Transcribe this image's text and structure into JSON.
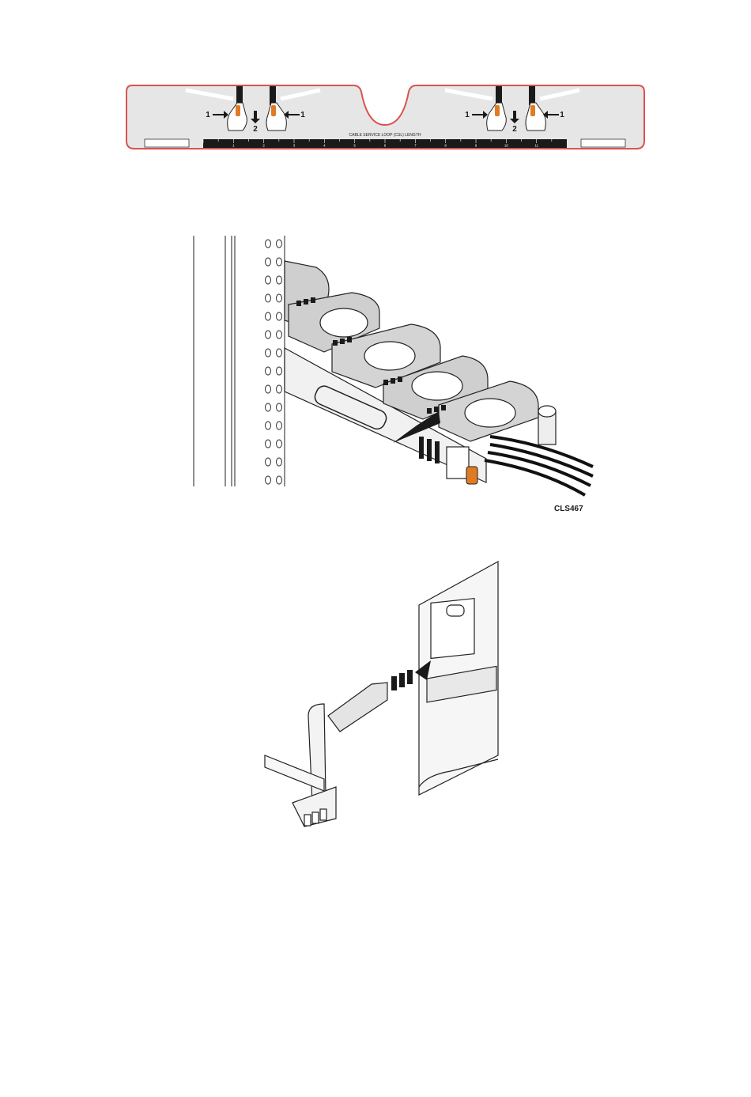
{
  "label": {
    "step_push": "1",
    "step_pull": "2",
    "ruler_title": "CABLE SERVICE LOOP (CSL) LENGTH",
    "ruler_numbers": [
      "1",
      "2",
      "3",
      "4",
      "5",
      "6",
      "7",
      "8",
      "9",
      "10",
      "11"
    ]
  },
  "cma_figure": {
    "figure_id": "CLS467"
  },
  "colors": {
    "label_border": "#d9534f",
    "label_fill": "#e6e6e6",
    "latch_orange": "#e07b24",
    "ink": "#1a1a1a"
  }
}
